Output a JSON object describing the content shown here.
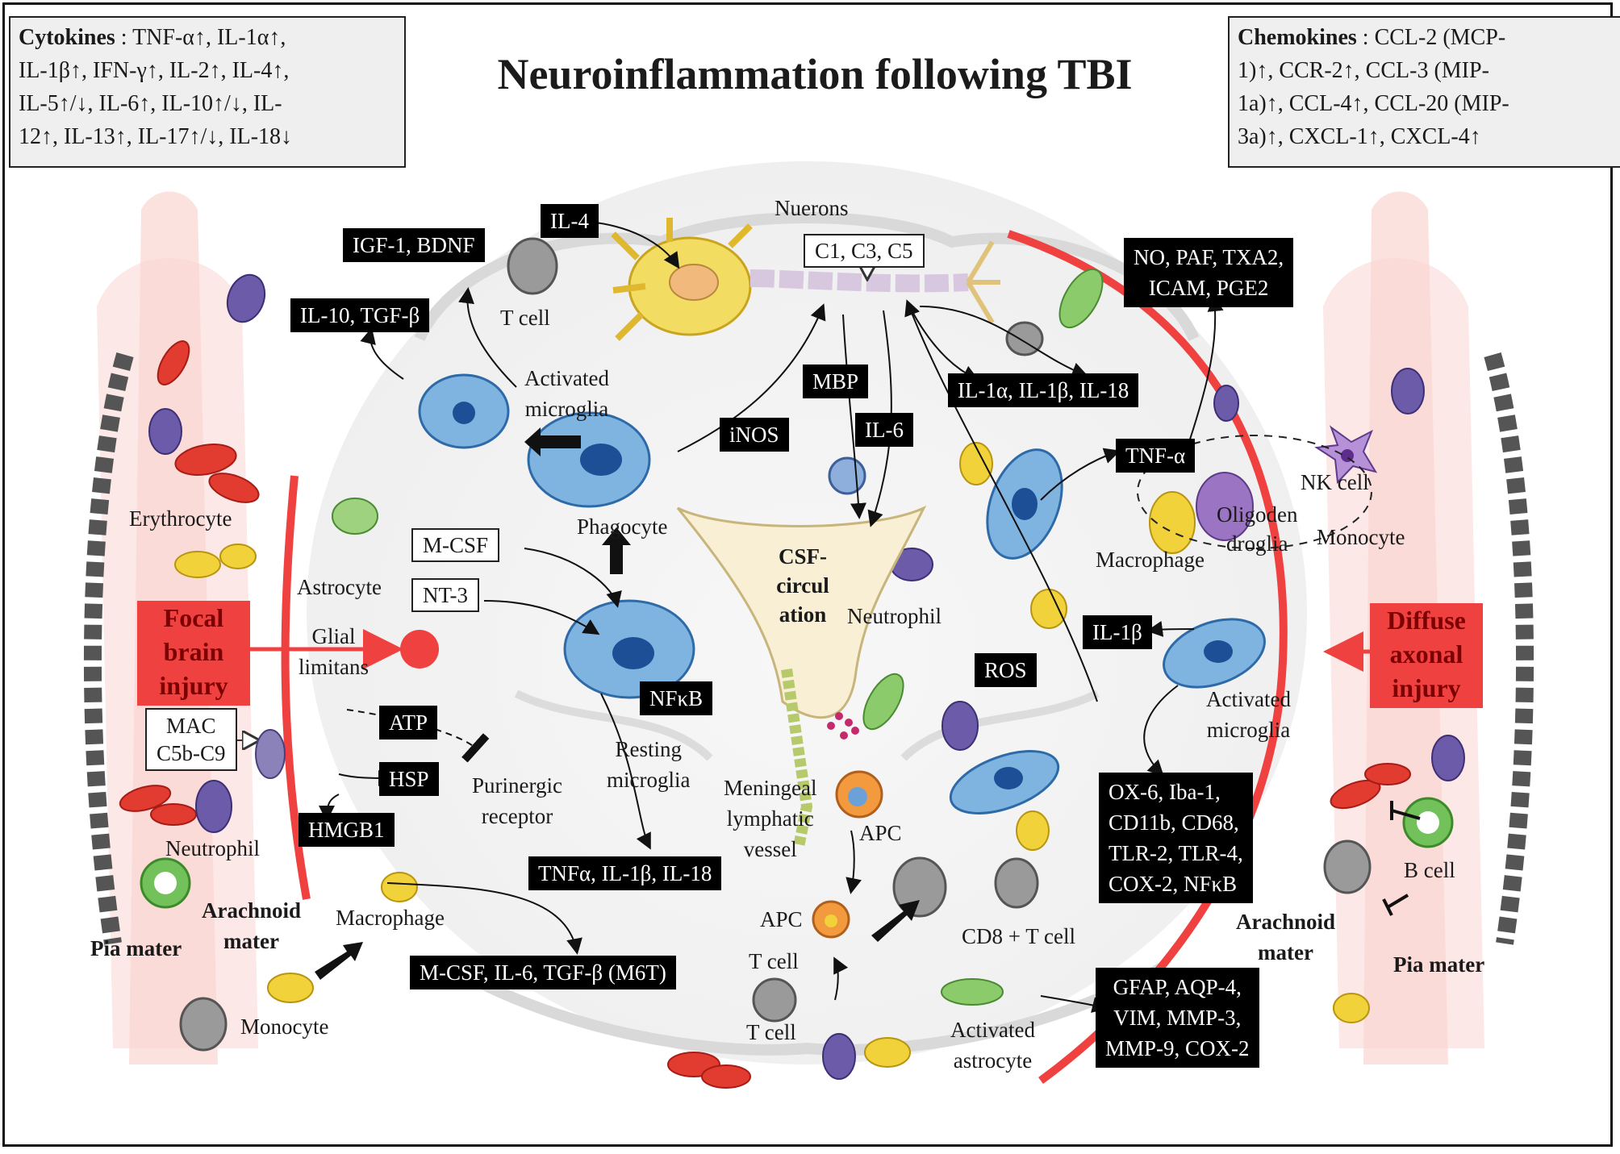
{
  "title": "Neuroinflammation following TBI",
  "cytokines": {
    "label": "Cytokines",
    "lines": [
      ": TNF-α↑, IL-1α↑,",
      "IL-1β↑, IFN-γ↑, IL-2↑, IL-4↑,",
      "IL-5↑/↓, IL-6↑, IL-10↑/↓, IL-",
      "12↑, IL-13↑, IL-17↑/↓, IL-18↓"
    ]
  },
  "chemokines": {
    "label": "Chemokines",
    "lines": [
      ": CCL-2 (MCP-",
      "1)↑, CCR-2↑, CCL-3 (MIP-",
      "1a)↑, CCL-4↑, CCL-20 (MIP-",
      "3a)↑, CXCL-1↑, CXCL-4↑"
    ]
  },
  "injury": {
    "focal": [
      "Focal",
      "brain",
      "injury"
    ],
    "diffuse": [
      "Diffuse",
      "axonal",
      "injury"
    ]
  },
  "boxes": {
    "igf": "IGF-1, BDNF",
    "il4": "IL-4",
    "il10": "IL-10, TGF-β",
    "mbp": "MBP",
    "inos": "iNOS",
    "il6": "IL-6",
    "il1a": "IL-1α, IL-1β, IL-18",
    "no": [
      "NO, PAF, TXA2,",
      "ICAM, PGE2"
    ],
    "tnfa": "TNF-α",
    "il1b": "IL-1β",
    "ros": "ROS",
    "nfkb": "NFκB",
    "atp": "ATP",
    "hsp": "HSP",
    "hmgb1": "HMGB1",
    "tnfa2": "TNFα, IL-1β, IL-18",
    "mcsf2": "M-CSF, IL-6, TGF-β (M6T)",
    "ox6": [
      "OX-6, Iba-1,",
      "CD11b, CD68,",
      "TLR-2, TLR-4,",
      "COX-2, NFκB"
    ],
    "gfap": [
      "GFAP, AQP-4,",
      "VIM, MMP-3,",
      "MMP-9, COX-2"
    ]
  },
  "outline_boxes": {
    "c1": "C1, C3, C5",
    "mcsf": "M-CSF",
    "nt3": "NT-3",
    "mac": [
      "MAC",
      "C5b-C9"
    ]
  },
  "labels": {
    "nuerons": "Nuerons",
    "tcell_top": "T cell",
    "act_micro_l": [
      "Activated",
      "microglia"
    ],
    "erythrocyte": "Erythrocyte",
    "astrocyte": "Astrocyte",
    "glial": [
      "Glial",
      "limitans"
    ],
    "phagocyte": "Phagocyte",
    "csf": [
      "CSF-",
      "circul",
      "ation"
    ],
    "neutrophil_c": "Neutrophil",
    "resting": [
      "Resting",
      "microglia"
    ],
    "purinergic": [
      "Purinergic",
      "receptor"
    ],
    "neutrophil_l": "Neutrophil",
    "arachnoid_l": [
      "Arachnoid",
      "mater"
    ],
    "pia_l": "Pia mater",
    "macrophage_l": "Macrophage",
    "monocyte_l": "Monocyte",
    "meningeal": [
      "Meningeal",
      "lymphatic",
      "vessel"
    ],
    "apc1": "APC",
    "apc2": "APC",
    "tcell_b1": "T cell",
    "tcell_b2": "T cell",
    "cd8": "CD8 + T cell",
    "act_astro": [
      "Activated",
      "astrocyte"
    ],
    "nk": "NK cell",
    "oligo": [
      "Oligoden",
      "droglia"
    ],
    "macrophage_r": "Macrophage",
    "monocyte_r": "Monocyte",
    "act_micro_r": [
      "Activated",
      "microglia"
    ],
    "bcell": "B cell",
    "arachnoid_r": [
      "Arachnoid",
      "mater"
    ],
    "pia_r": "Pia mater"
  },
  "colors": {
    "red": "#f04141",
    "microglia": "#6fa8dc",
    "neuron": "#f3dc62",
    "csf": "#f8efd4"
  }
}
